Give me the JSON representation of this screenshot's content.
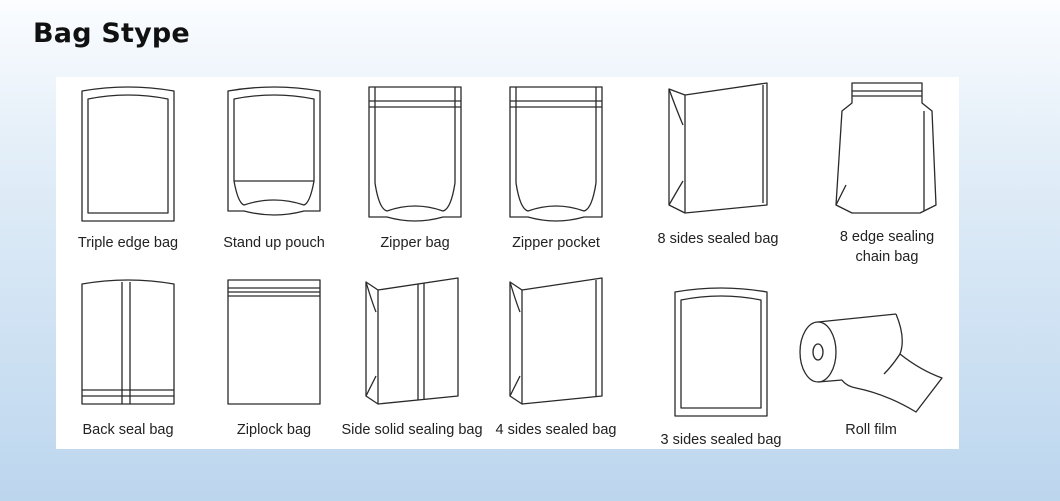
{
  "page": {
    "title": "Bag Stype"
  },
  "bags": {
    "triple_edge": "Triple edge bag",
    "stand_up": "Stand up pouch",
    "zipper_bag": "Zipper bag",
    "zipper_pocket": "Zipper pocket",
    "eight_sides": "8 sides sealed bag",
    "eight_edge_chain": "8 edge sealing\nchain bag",
    "back_seal": "Back seal bag",
    "ziplock": "Ziplock bag",
    "side_solid": "Side solid sealing bag",
    "four_sides": "4 sides sealed bag",
    "three_sides": "3 sides sealed bag",
    "roll_film": "Roll film"
  }
}
